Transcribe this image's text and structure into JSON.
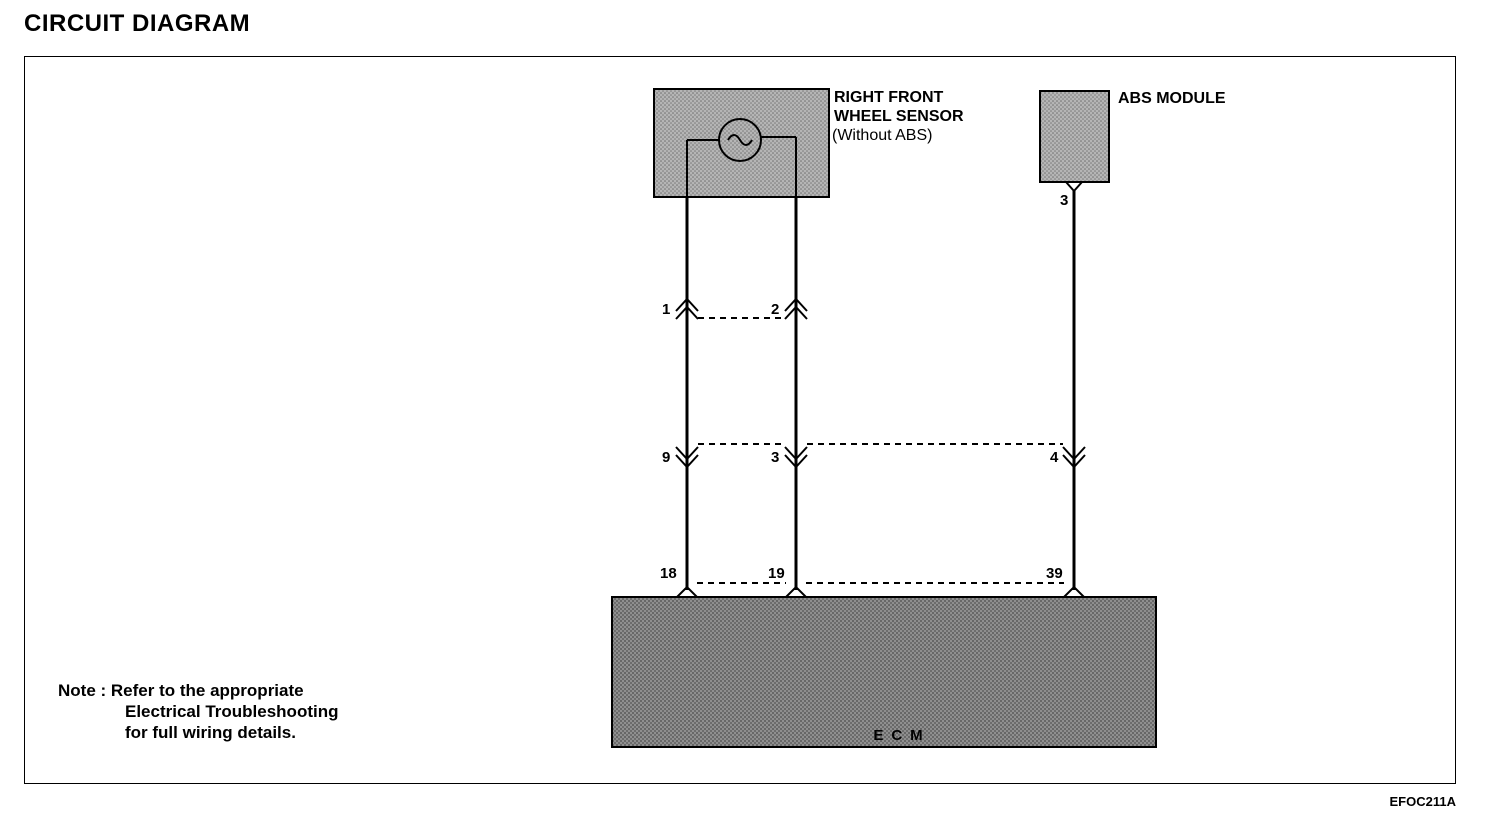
{
  "title": "CIRCUIT DIAGRAM",
  "components": {
    "sensor": {
      "line1": "RIGHT FRONT",
      "line2": "WHEEL SENSOR",
      "line3": "(Without ABS)"
    },
    "abs": {
      "label": "ABS MODULE"
    },
    "ecm": {
      "label": "ECM"
    }
  },
  "pins": {
    "abs_out": "3",
    "conn1_left": "1",
    "conn1_right": "2",
    "conn2_left": "9",
    "conn2_mid": "3",
    "conn2_right": "4",
    "ecm_left": "18",
    "ecm_mid": "19",
    "ecm_right": "39"
  },
  "note": {
    "prefix": "Note :",
    "line1": "Refer to the appropriate",
    "line2": "Electrical Troubleshooting",
    "line3": "for full wiring details."
  },
  "figure_code": "EFOC211A",
  "colors": {
    "box_fill": "#a9a9a9",
    "ecm_fill": "#8a8a8a",
    "line": "#000000"
  }
}
